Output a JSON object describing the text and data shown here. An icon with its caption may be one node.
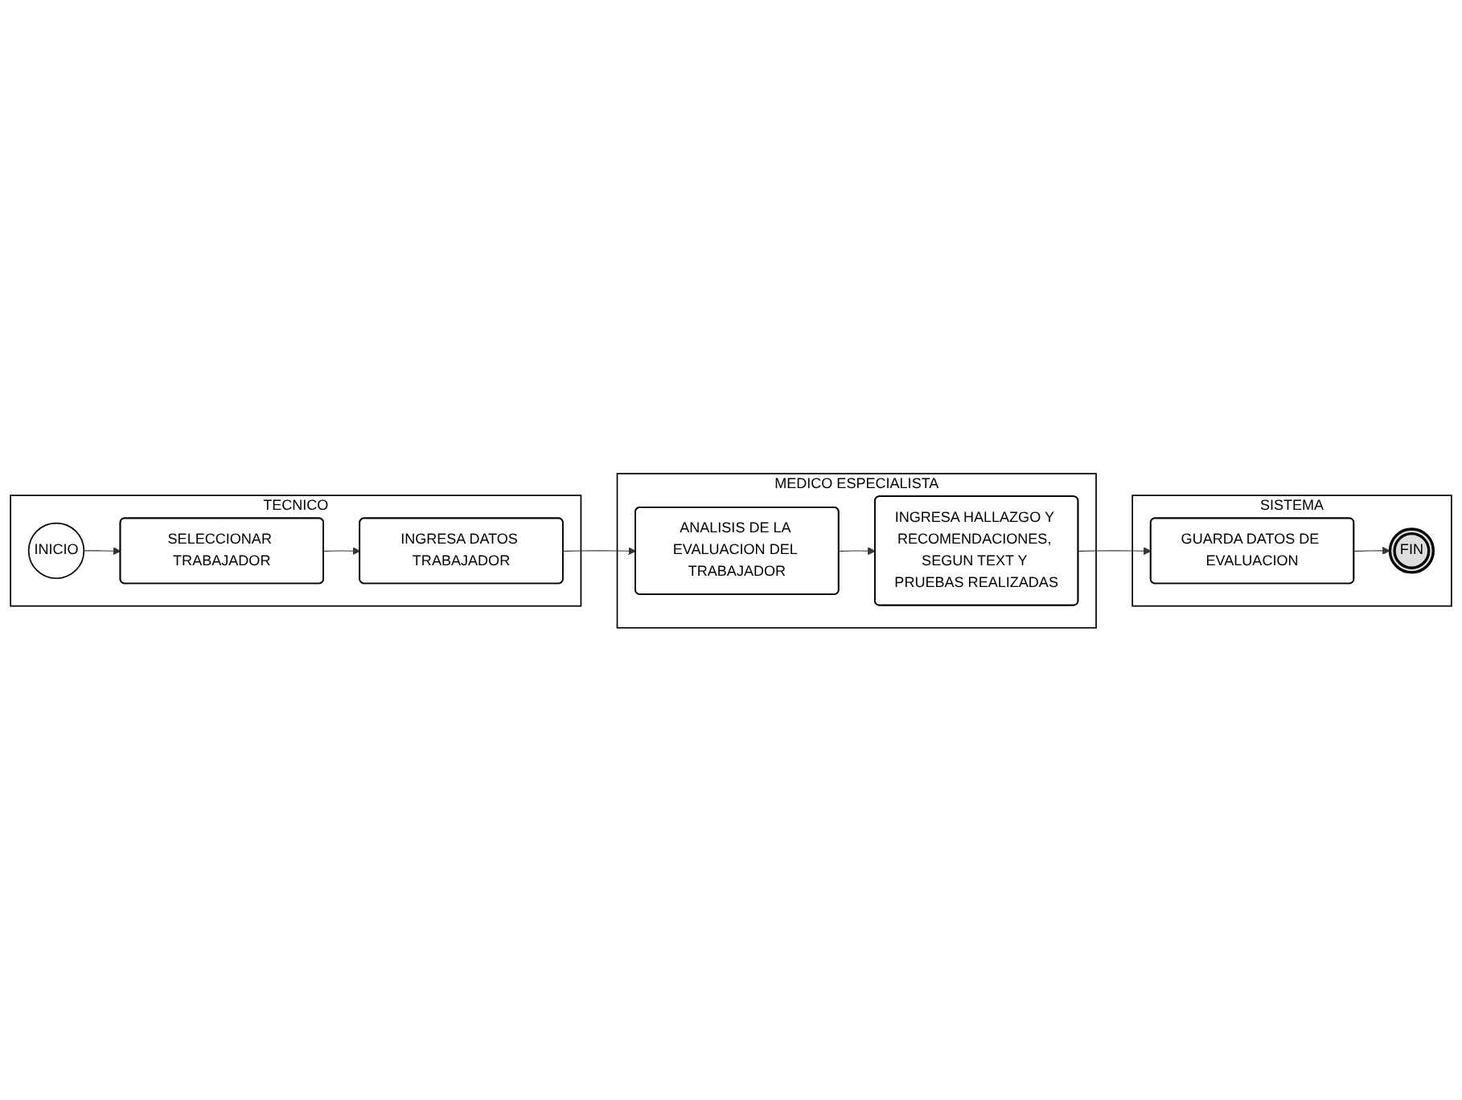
{
  "diagram": {
    "nodes": [
      {
        "text": [
          "TECNICO"
        ]
      },
      {
        "text": [
          "MEDICO ESPECIALISTA"
        ]
      },
      {
        "text": [
          "SISTEMA"
        ]
      },
      {
        "text": [
          "INICIO"
        ],
        "in": 0
      },
      {
        "text": [
          "SELECCIONAR TRABAJADOR"
        ],
        "in": 0
      },
      {
        "text": [
          "INGRESA DATOS TRABAJADOR"
        ],
        "in": 0
      },
      {
        "text": [
          "ANALISIS DE LA EVALUACION DEL TRABAJADOR"
        ],
        "in": 1
      },
      {
        "text": [
          "INGRESA HALLAZGO Y RECOMENDACIONES, SEGUN TEXT Y PRUEBAS REALIZADAS"
        ],
        "in": 1
      },
      {
        "text": [
          "GUARDA DATOS DE EVALUACION"
        ],
        "in": 2
      },
      {
        "text": [
          "FIN"
        ],
        "in": 2
      }
    ],
    "edges": [
      {
        "from": 3,
        "to": 4,
        "arrow": "to"
      },
      {
        "from": 4,
        "to": 5,
        "arrow": "to"
      },
      {
        "from": 5,
        "to": 6,
        "arrow": "to"
      },
      {
        "from": 6,
        "to": 7,
        "arrow": "to"
      },
      {
        "from": 7,
        "to": 8,
        "arrow": "to"
      },
      {
        "from": 8,
        "to": 9,
        "arrow": "to"
      }
    ]
  }
}
